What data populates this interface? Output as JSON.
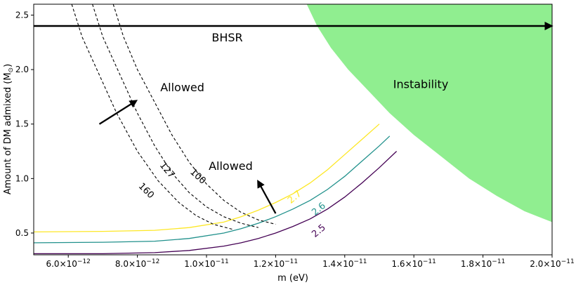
{
  "chart_data": {
    "type": "line",
    "xlabel": "m (eV)",
    "ylabel": "Amount of DM admixed (M",
    "ylabel_sub": "⊙",
    "ylabel_close": ")",
    "xlim": [
      5e-12,
      2e-11
    ],
    "ylim": [
      0.3,
      2.6
    ],
    "x_ticks": [
      {
        "value": 6e-12,
        "mant": "6.0",
        "exp": "−12"
      },
      {
        "value": 8e-12,
        "mant": "8.0",
        "exp": "−12"
      },
      {
        "value": 1e-11,
        "mant": "1.0",
        "exp": "−11"
      },
      {
        "value": 1.2e-11,
        "mant": "1.2",
        "exp": "−11"
      },
      {
        "value": 1.4e-11,
        "mant": "1.4",
        "exp": "−11"
      },
      {
        "value": 1.6e-11,
        "mant": "1.6",
        "exp": "−11"
      },
      {
        "value": 1.8e-11,
        "mant": "1.8",
        "exp": "−11"
      },
      {
        "value": 2e-11,
        "mant": "2.0",
        "exp": "−11"
      }
    ],
    "x_tick_base": "×10",
    "y_ticks": [
      {
        "value": 0.5,
        "label": "0.5"
      },
      {
        "value": 1.0,
        "label": "1.0"
      },
      {
        "value": 1.5,
        "label": "1.5"
      },
      {
        "value": 2.0,
        "label": "2.0"
      },
      {
        "value": 2.5,
        "label": "2.5"
      }
    ],
    "solid_series": [
      {
        "label": "2.7",
        "color": "#fde725",
        "label_at": {
          "x": 1.26e-11,
          "y": 0.81
        },
        "points": [
          [
            5e-12,
            0.51
          ],
          [
            7e-12,
            0.515
          ],
          [
            8.5e-12,
            0.525
          ],
          [
            9.5e-12,
            0.55
          ],
          [
            1.05e-11,
            0.6
          ],
          [
            1.1e-11,
            0.65
          ],
          [
            1.15e-11,
            0.71
          ],
          [
            1.2e-11,
            0.78
          ],
          [
            1.25e-11,
            0.86
          ],
          [
            1.3e-11,
            0.96
          ],
          [
            1.35e-11,
            1.08
          ],
          [
            1.4e-11,
            1.22
          ],
          [
            1.45e-11,
            1.36
          ],
          [
            1.5e-11,
            1.5
          ]
        ]
      },
      {
        "label": "2.6",
        "color": "#21918c",
        "label_at": {
          "x": 1.33e-11,
          "y": 0.7
        },
        "points": [
          [
            5e-12,
            0.41
          ],
          [
            7e-12,
            0.415
          ],
          [
            8.5e-12,
            0.425
          ],
          [
            9.5e-12,
            0.45
          ],
          [
            1.05e-11,
            0.5
          ],
          [
            1.1e-11,
            0.54
          ],
          [
            1.15e-11,
            0.59
          ],
          [
            1.2e-11,
            0.65
          ],
          [
            1.25e-11,
            0.72
          ],
          [
            1.3e-11,
            0.8
          ],
          [
            1.35e-11,
            0.9
          ],
          [
            1.4e-11,
            1.02
          ],
          [
            1.45e-11,
            1.16
          ],
          [
            1.5e-11,
            1.3
          ],
          [
            1.53e-11,
            1.39
          ]
        ]
      },
      {
        "label": "2.5",
        "color": "#440154",
        "label_at": {
          "x": 1.33e-11,
          "y": 0.5
        },
        "points": [
          [
            5e-12,
            0.31
          ],
          [
            7e-12,
            0.31
          ],
          [
            8.5e-12,
            0.32
          ],
          [
            9.5e-12,
            0.34
          ],
          [
            1.05e-11,
            0.38
          ],
          [
            1.1e-11,
            0.41
          ],
          [
            1.15e-11,
            0.45
          ],
          [
            1.2e-11,
            0.5
          ],
          [
            1.25e-11,
            0.56
          ],
          [
            1.3e-11,
            0.63
          ],
          [
            1.35e-11,
            0.72
          ],
          [
            1.4e-11,
            0.83
          ],
          [
            1.45e-11,
            0.96
          ],
          [
            1.5e-11,
            1.1
          ],
          [
            1.55e-11,
            1.25
          ]
        ]
      }
    ],
    "dashed_series": [
      {
        "label": "100",
        "label_at": {
          "x": 9.7e-12,
          "y": 1.0
        },
        "label_angle": 42,
        "points": [
          [
            7.3e-12,
            2.6
          ],
          [
            7.6e-12,
            2.3
          ],
          [
            8e-12,
            2.0
          ],
          [
            8.5e-12,
            1.7
          ],
          [
            9e-12,
            1.4
          ],
          [
            9.5e-12,
            1.15
          ],
          [
            1e-11,
            0.95
          ],
          [
            1.05e-11,
            0.8
          ],
          [
            1.1e-11,
            0.69
          ],
          [
            1.15e-11,
            0.62
          ],
          [
            1.2e-11,
            0.58
          ]
        ]
      },
      {
        "label": "127",
        "label_at": {
          "x": 8.8e-12,
          "y": 1.06
        },
        "label_angle": 50,
        "points": [
          [
            6.7e-12,
            2.6
          ],
          [
            7e-12,
            2.3
          ],
          [
            7.5e-12,
            1.95
          ],
          [
            8e-12,
            1.6
          ],
          [
            8.5e-12,
            1.3
          ],
          [
            9e-12,
            1.05
          ],
          [
            9.5e-12,
            0.87
          ],
          [
            1e-11,
            0.74
          ],
          [
            1.05e-11,
            0.65
          ],
          [
            1.1e-11,
            0.59
          ],
          [
            1.15e-11,
            0.55
          ]
        ]
      },
      {
        "label": "160",
        "label_at": {
          "x": 8.2e-12,
          "y": 0.87
        },
        "label_angle": 45,
        "points": [
          [
            6.1e-12,
            2.6
          ],
          [
            6.4e-12,
            2.3
          ],
          [
            6.9e-12,
            1.95
          ],
          [
            7.4e-12,
            1.6
          ],
          [
            8e-12,
            1.25
          ],
          [
            8.6e-12,
            0.98
          ],
          [
            9.2e-12,
            0.78
          ],
          [
            9.7e-12,
            0.66
          ],
          [
            1.02e-11,
            0.58
          ],
          [
            1.08e-11,
            0.53
          ]
        ]
      }
    ],
    "instability_region": {
      "label": "Instability",
      "label_at": {
        "x": 1.62e-11,
        "y": 1.83
      },
      "color": "#90ee90",
      "boundary": [
        [
          1.29e-11,
          2.6
        ],
        [
          1.32e-11,
          2.4
        ],
        [
          1.36e-11,
          2.2
        ],
        [
          1.41e-11,
          2.0
        ],
        [
          1.47e-11,
          1.8
        ],
        [
          1.53e-11,
          1.6
        ],
        [
          1.6e-11,
          1.4
        ],
        [
          1.68e-11,
          1.2
        ],
        [
          1.76e-11,
          1.0
        ],
        [
          1.84e-11,
          0.84
        ],
        [
          1.92e-11,
          0.7
        ],
        [
          2e-11,
          0.6
        ]
      ]
    },
    "bhsr": {
      "label": "BHSR",
      "y": 2.4,
      "x_start": 5e-12,
      "x_end": 2e-11,
      "label_at": {
        "x": 1.06e-11,
        "y": 2.26
      }
    },
    "annotations": [
      {
        "text": "Allowed",
        "at": {
          "x": 9.3e-12,
          "y": 1.8
        },
        "arrow_from": {
          "x": 6.9e-12,
          "y": 1.5
        },
        "arrow_to": {
          "x": 7.95e-12,
          "y": 1.71
        }
      },
      {
        "text": "Allowed",
        "at": {
          "x": 1.07e-11,
          "y": 1.08
        },
        "arrow_from": {
          "x": 1.2e-11,
          "y": 0.68
        },
        "arrow_to": {
          "x": 1.15e-11,
          "y": 0.97
        }
      }
    ],
    "grid": false
  }
}
